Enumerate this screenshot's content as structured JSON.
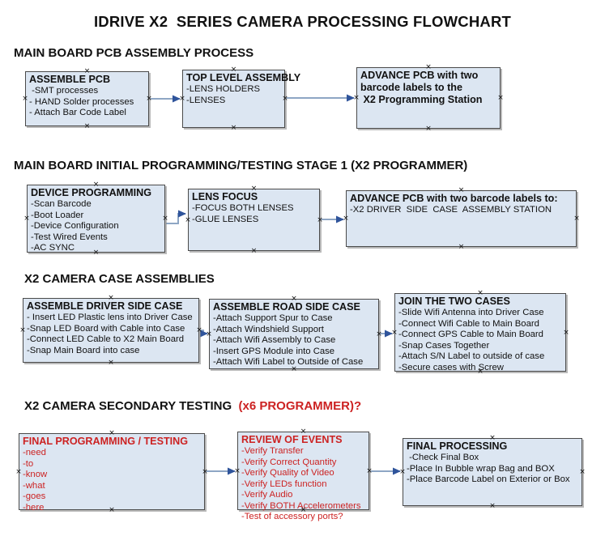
{
  "page": {
    "title": "IDRIVE X2  SERIES CAMERA PROCESSING FLOWCHART"
  },
  "icons": {
    "anchor_glyph": "×"
  },
  "colors": {
    "box_fill": "#dce6f2",
    "box_border": "#4a4a4a",
    "red": "#cc2222",
    "connector_line": "#8ea6c4",
    "arrow_head": "#2f549b",
    "text": "#111111"
  },
  "sections": [
    {
      "heading": "MAIN BOARD PCB ASSEMBLY PROCESS",
      "boxes": [
        {
          "title": "ASSEMBLE PCB",
          "items": [
            " -SMT processes",
            "- HAND Solder processes",
            "- Attach Bar Code Label"
          ]
        },
        {
          "title": "TOP LEVEL ASSEMBLY",
          "items": [
            "-LENS HOLDERS",
            "-LENSES"
          ]
        },
        {
          "title": "ADVANCE PCB with two\nbarcode labels to the\n X2 Programming Station",
          "items": []
        }
      ]
    },
    {
      "heading": "MAIN BOARD INITIAL PROGRAMMING/TESTING STAGE 1 (X2 PROGRAMMER)",
      "boxes": [
        {
          "title": "DEVICE PROGRAMMING",
          "items": [
            "-Scan Barcode",
            "-Boot Loader",
            "-Device Configuration",
            "-Test Wired Events",
            "-AC SYNC"
          ]
        },
        {
          "title": "LENS FOCUS",
          "items": [
            "-FOCUS BOTH LENSES",
            "-GLUE LENSES"
          ]
        },
        {
          "title": "ADVANCE PCB with two barcode labels to:",
          "items": [
            "-X2 DRIVER  SIDE  CASE  ASSEMBLY STATION"
          ]
        }
      ]
    },
    {
      "heading": "X2 CAMERA CASE ASSEMBLIES",
      "boxes": [
        {
          "title": "ASSEMBLE DRIVER SIDE CASE",
          "items": [
            "- Insert LED Plastic lens into Driver Case",
            "-Snap LED Board with Cable into Case",
            "-Connect LED Cable to X2 Main Board",
            "-Snap Main Board into case"
          ]
        },
        {
          "title": "ASSEMBLE ROAD SIDE CASE",
          "items": [
            "-Attach Support Spur to Case",
            "-Attach Windshield Support",
            "-Attach Wifi Assembly to Case",
            "-Insert GPS Module into Case",
            "-Attach Wifi Label to Outside of Case"
          ]
        },
        {
          "title": "JOIN THE TWO CASES",
          "items": [
            "-Slide Wifi Antenna into Driver Case",
            "-Connect Wifi Cable to Main Board",
            "-Connect GPS Cable to Main Board",
            "-Snap Cases Together",
            "-Attach S/N Label to outside of case",
            "-Secure cases with Screw"
          ]
        }
      ]
    },
    {
      "heading": "X2 CAMERA SECONDARY TESTING",
      "heading_suffix": "  (x6 PROGRAMMER)?",
      "boxes": [
        {
          "title": "FINAL PROGRAMMING / TESTING",
          "items": [
            "-need",
            "-to",
            "-know",
            "-what",
            "-goes",
            "-here"
          ]
        },
        {
          "title": "REVIEW OF EVENTS",
          "items": [
            "-Verify Transfer",
            "-Verify Correct Quantity",
            "-Verify Quality of Video",
            "-Verify LEDs function",
            "-Verify Audio",
            "-Verify BOTH Accelerometers",
            "-Test of accessory ports?"
          ]
        },
        {
          "title": "FINAL PROCESSING",
          "items": [
            " -Check Final Box",
            "-Place In Bubble wrap Bag and BOX",
            "-Place Barcode Label on Exterior or Box"
          ]
        }
      ]
    }
  ]
}
